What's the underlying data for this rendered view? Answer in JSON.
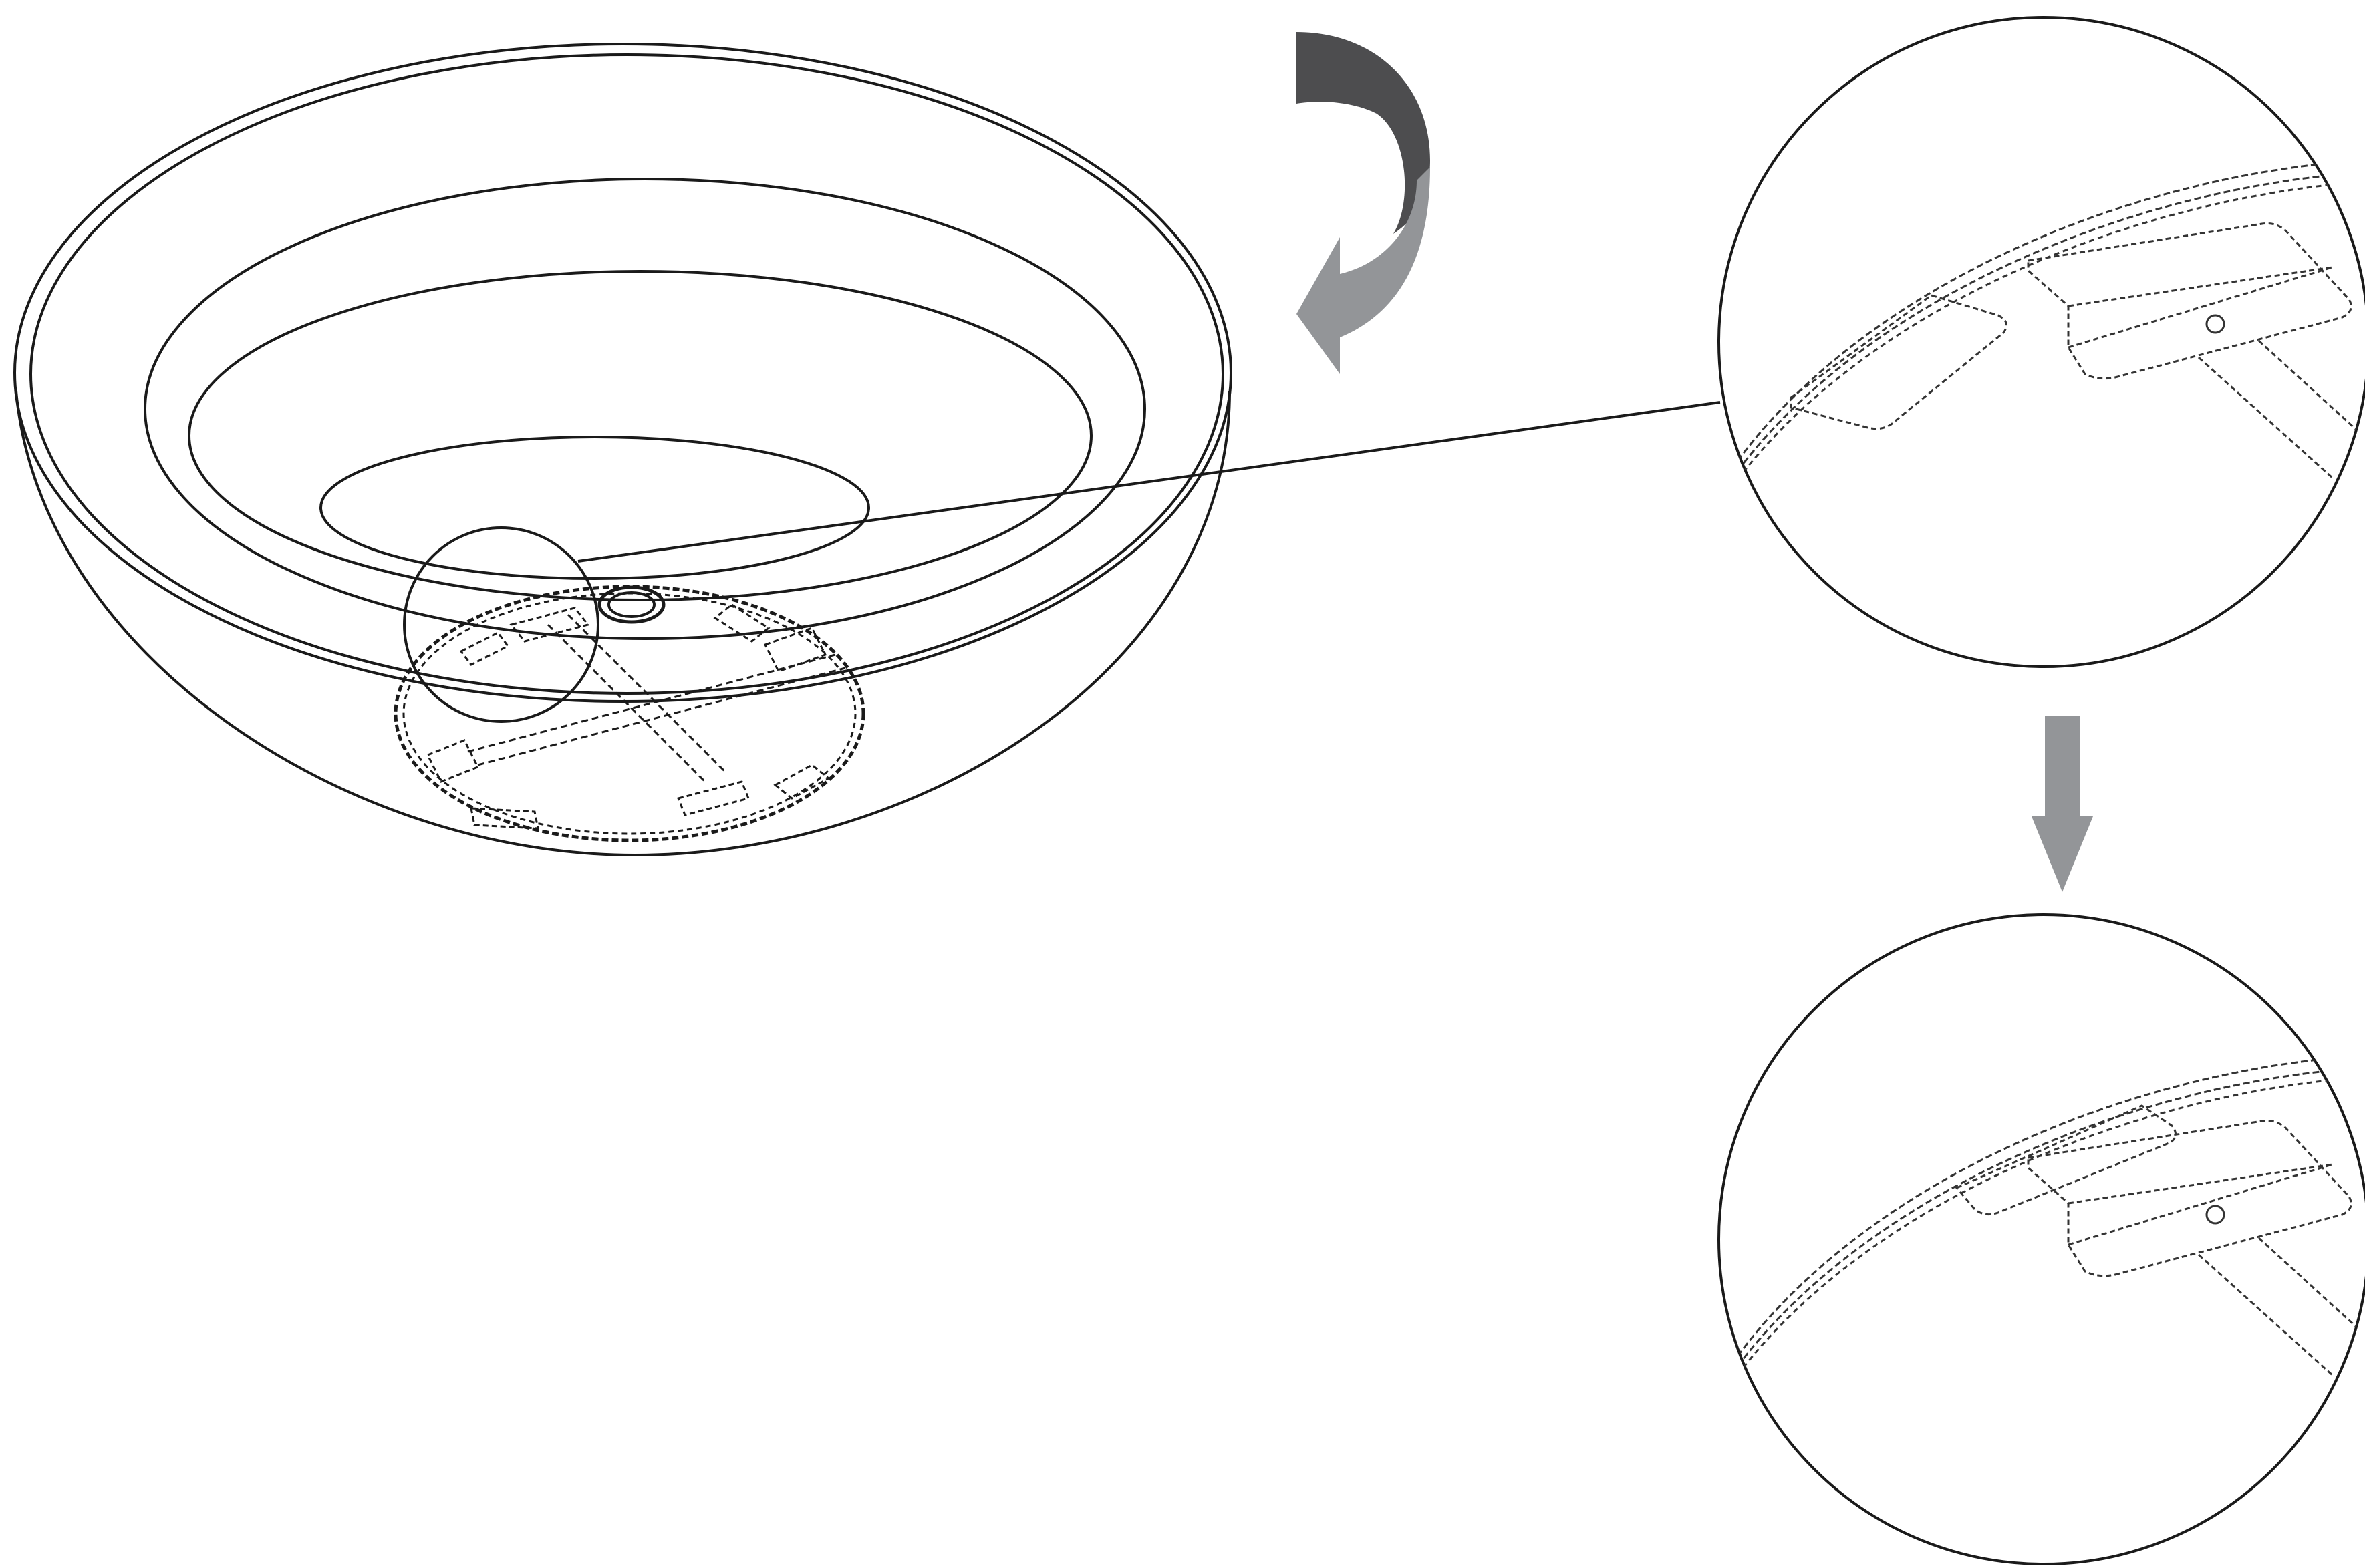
{
  "diagram": {
    "kind": "assembly-instruction",
    "text": [],
    "colors": {
      "line": "#1a1a1a",
      "dashed": "#333333",
      "arrow_dark": "#4d4d4f",
      "arrow_light": "#939598",
      "background": "#ffffff"
    },
    "icons": {
      "rotate_arrow": "curved-rotate-arrow-icon",
      "down_arrow": "down-arrow-icon"
    },
    "panels": [
      {
        "name": "bowl-overview",
        "description_visible": false
      },
      {
        "name": "detail-before",
        "description_visible": false
      },
      {
        "name": "detail-after",
        "description_visible": false
      }
    ]
  }
}
